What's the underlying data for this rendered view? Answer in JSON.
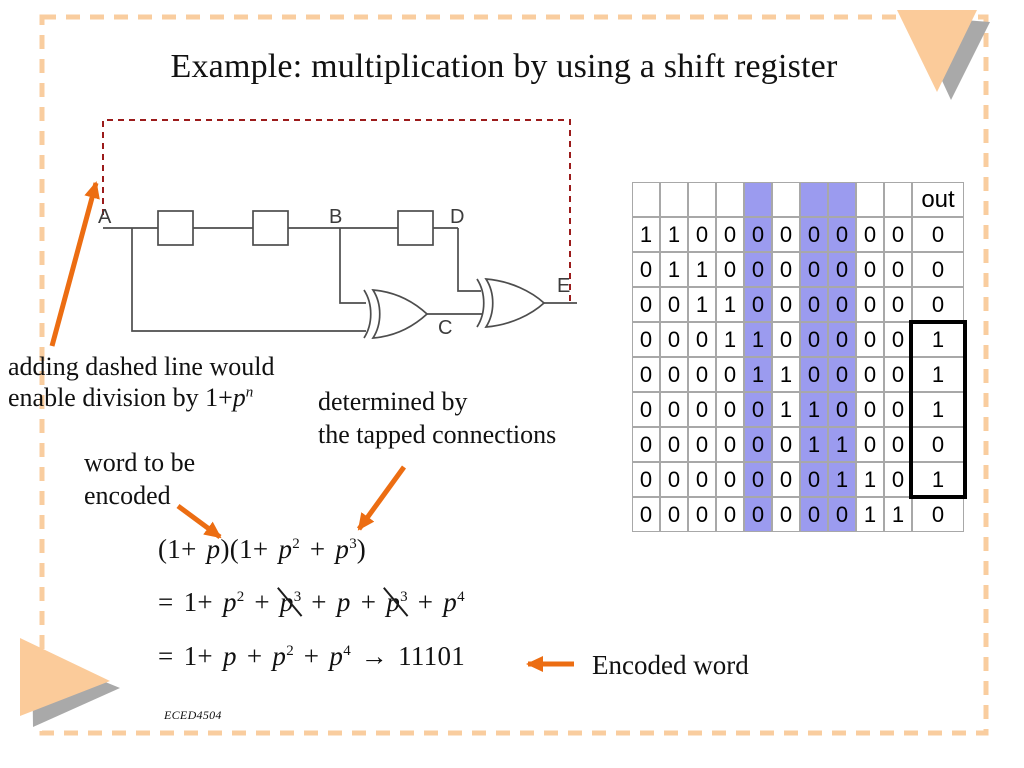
{
  "slide": {
    "title": "Example: multiplication by using a shift register",
    "course_code": "ECED4504"
  },
  "circuit": {
    "node_labels": {
      "a": "A",
      "b": "B",
      "c": "C",
      "d": "D",
      "e": "E"
    }
  },
  "annotations": {
    "dashed_line_1": "adding dashed line would",
    "dashed_line_2": "enable division by 1+p^n",
    "tapped_1": "determined by",
    "tapped_2": "the tapped connections",
    "word_1": "word to be",
    "word_2": "encoded",
    "encoded_word": "Encoded word"
  },
  "formula": {
    "line1": "(1+ p)(1+ p^2 + p^3)",
    "line2": "= 1+ p^2 + ~p^3~ + p + ~p^3~ + p^4",
    "line3": "= 1+ p + p^2 + p^4 → 11101"
  },
  "table": {
    "out_label": "out",
    "highlight_cols": [
      4,
      6,
      7
    ],
    "rows": [
      [
        1,
        1,
        0,
        0,
        0,
        0,
        0,
        0,
        0,
        0,
        0
      ],
      [
        0,
        1,
        1,
        0,
        0,
        0,
        0,
        0,
        0,
        0,
        0
      ],
      [
        0,
        0,
        1,
        1,
        0,
        0,
        0,
        0,
        0,
        0,
        0
      ],
      [
        0,
        0,
        0,
        1,
        1,
        0,
        0,
        0,
        0,
        0,
        1
      ],
      [
        0,
        0,
        0,
        0,
        1,
        1,
        0,
        0,
        0,
        0,
        1
      ],
      [
        0,
        0,
        0,
        0,
        0,
        1,
        1,
        0,
        0,
        0,
        1
      ],
      [
        0,
        0,
        0,
        0,
        0,
        0,
        1,
        1,
        0,
        0,
        0
      ],
      [
        0,
        0,
        0,
        0,
        0,
        0,
        0,
        1,
        1,
        0,
        1
      ],
      [
        0,
        0,
        0,
        0,
        0,
        0,
        0,
        0,
        1,
        1,
        0
      ]
    ],
    "boxed_out_rows_first": 3,
    "boxed_out_rows_last": 7
  },
  "colors": {
    "column_highlight": "#9B9BEF",
    "arrow_orange": "#EC6D12",
    "dashed_feedback_red": "#9B1B1B",
    "slide_border_orange": "#F9CD9F",
    "corner_triangle_orange": "#FBCB9A",
    "corner_triangle_gray": "#A9A9A9"
  }
}
